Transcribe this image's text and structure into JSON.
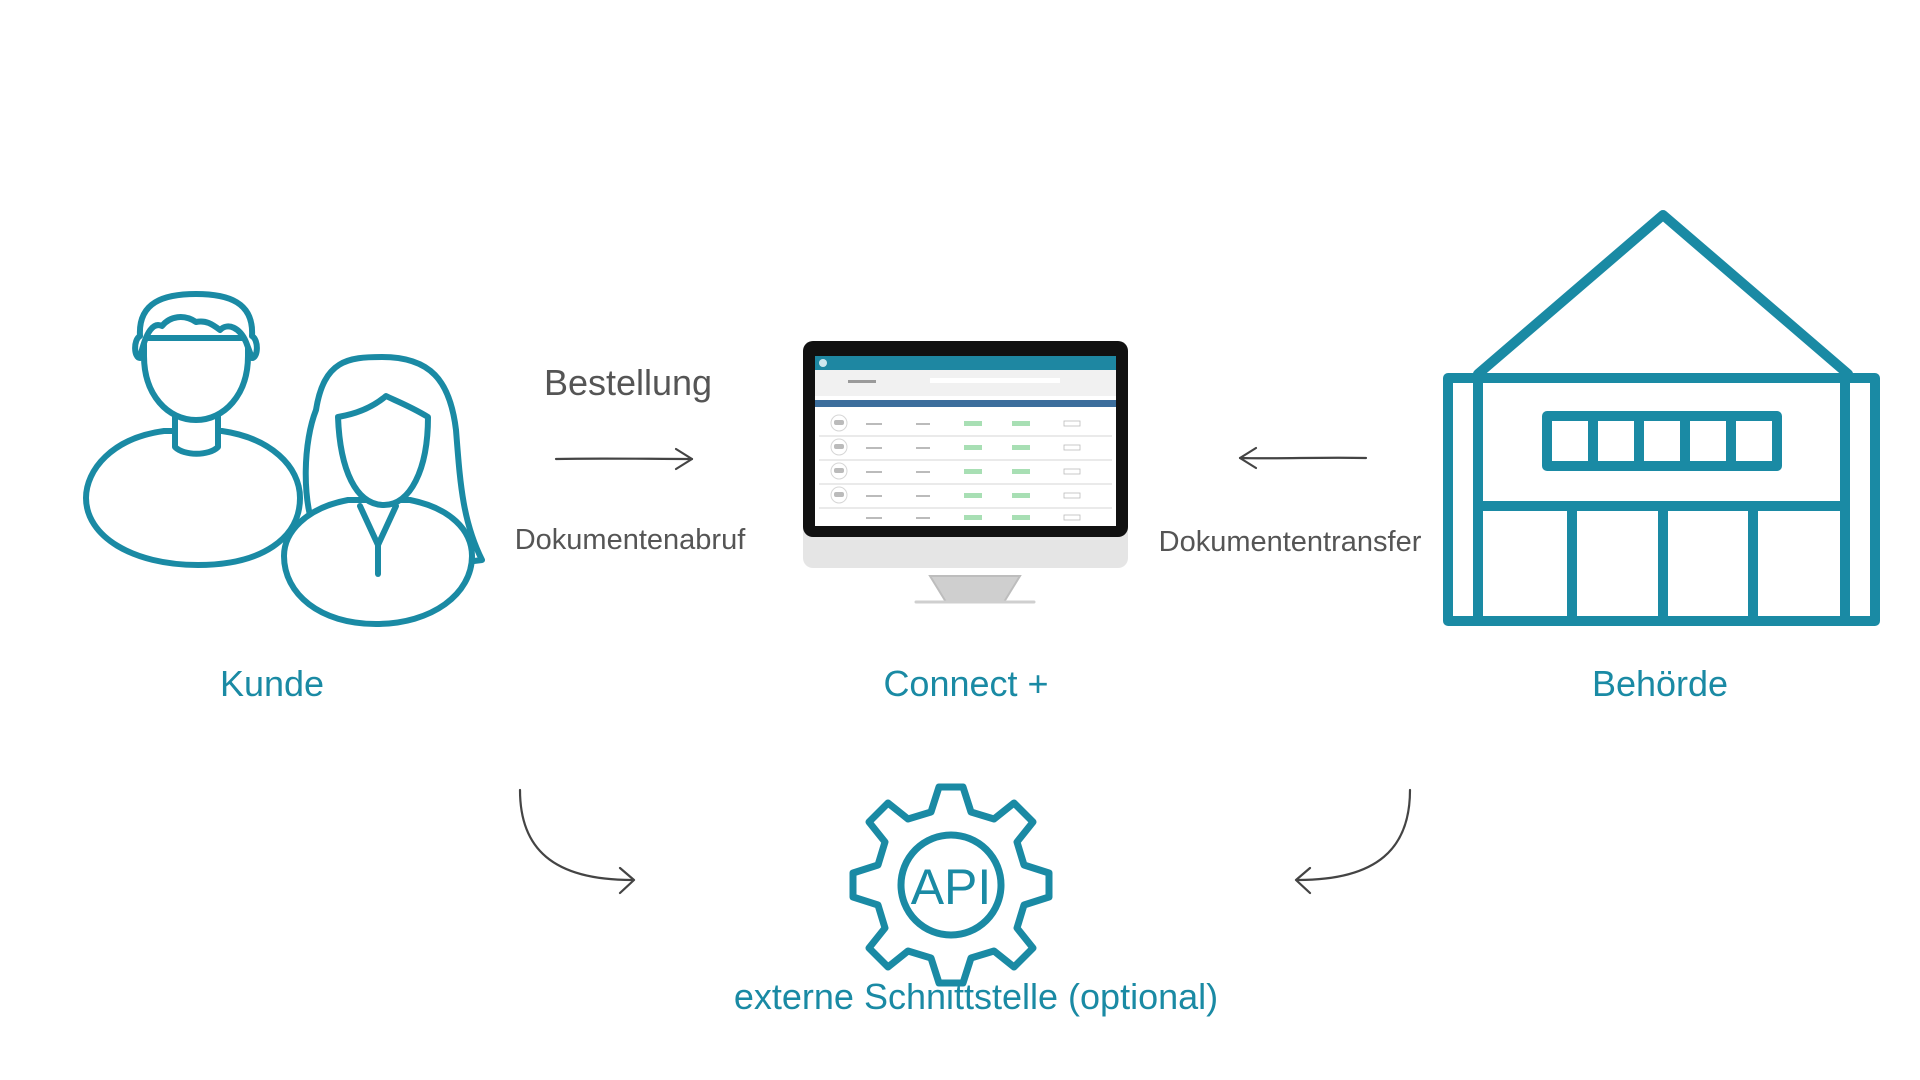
{
  "colors": {
    "accent": "#1a8aa4",
    "line": "#444444",
    "text_gray": "#555555"
  },
  "nodes": {
    "customer": {
      "label": "Kunde",
      "icon": "customer-people-icon"
    },
    "platform": {
      "label": "Connect +",
      "icon": "monitor-app-icon"
    },
    "authority": {
      "label": "Behörde",
      "icon": "authority-building-icon"
    },
    "api": {
      "label": "externe Schnittstelle (optional)",
      "icon": "api-gear-icon",
      "icon_text": "API"
    }
  },
  "edges": {
    "order": "Bestellung",
    "document_retrieval": "Dokumentenabruf",
    "document_transfer": "Dokumententransfer"
  }
}
